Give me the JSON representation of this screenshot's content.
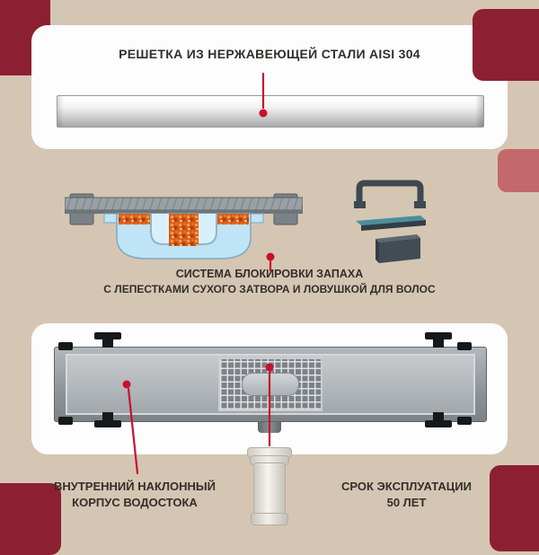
{
  "page": {
    "background_color": "#d5c6b3",
    "accent_dark_red": "#8c2032",
    "accent_salmon": "#c4696b",
    "pointer_red": "#c8102e",
    "text_color": "#332e2a",
    "card_color": "#fdfdfd"
  },
  "top_card": {
    "title": "РЕШЕТКА ИЗ НЕРЖАВЕЮЩЕЙ СТАЛИ AISI 304"
  },
  "odor": {
    "line1": "СИСТЕМА БЛОКИРОВКИ ЗАПАХА",
    "line2": "С ЛЕПЕСТКАМИ СУХОГО ЗАТВОРА И ЛОВУШКОЙ ДЛЯ ВОЛОС"
  },
  "bottom": {
    "left_line1": "ВНУТРЕННИЙ НАКЛОННЫЙ",
    "left_line2": "КОРПУС ВОДОСТОКА",
    "right_line1": "СРОК ЭКСПЛУАТАЦИИ",
    "right_line2": "50 ЛЕТ"
  },
  "images": {
    "steel_grate": "steel-grate-strip-image",
    "trap_cross_section": "odor-trap-cross-section-image",
    "trap_parts": "dry-trap-parts-exploded-image",
    "drain_channel": "drain-channel-top-view-image",
    "outlet_pipe": "plastic-outlet-pipe-image"
  }
}
